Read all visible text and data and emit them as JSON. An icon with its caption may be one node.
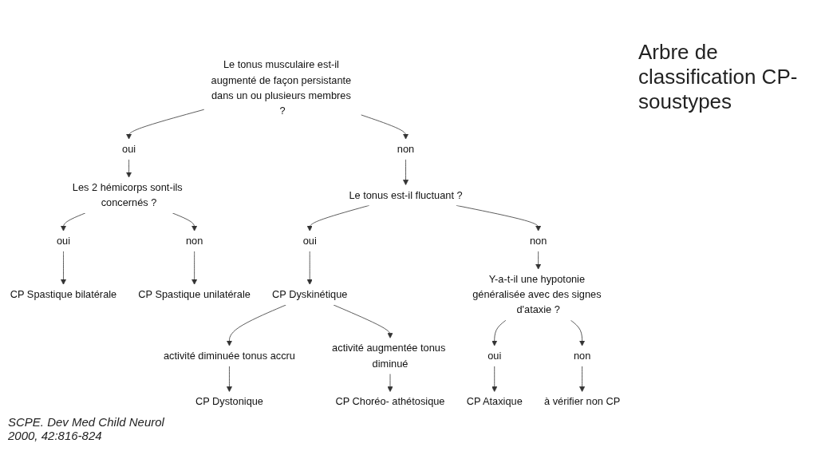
{
  "diagram": {
    "title": "Arbre de classification CP-soustypes",
    "nodes": [
      {
        "text": [
          "Le tonus musculaire est-il augmenté de façon persistante dans un ou plusieurs membres ?"
        ]
      },
      {
        "text": [
          "oui"
        ]
      },
      {
        "text": [
          "non"
        ]
      },
      {
        "text": [
          "Les 2 hémicorps sont-ils concernés ?"
        ]
      },
      {
        "text": [
          "Le tonus est-il fluctuant ?"
        ]
      },
      {
        "text": [
          "oui"
        ]
      },
      {
        "text": [
          "non"
        ]
      },
      {
        "text": [
          "oui"
        ]
      },
      {
        "text": [
          "non"
        ]
      },
      {
        "text": [
          "CP Spastique bilatérale"
        ]
      },
      {
        "text": [
          "CP Spastique unilatérale"
        ]
      },
      {
        "text": [
          "CP Dyskinétique"
        ]
      },
      {
        "text": [
          "Y-a-t-il une hypotonie généralisée avec des signes d'ataxie ?"
        ]
      },
      {
        "text": [
          "activité diminuée tonus accru"
        ]
      },
      {
        "text": [
          "activité augmentée tonus diminué"
        ]
      },
      {
        "text": [
          "oui"
        ]
      },
      {
        "text": [
          "non"
        ]
      },
      {
        "text": [
          "CP Dystonique"
        ]
      },
      {
        "text": [
          "CP Choréo- athétosique"
        ]
      },
      {
        "text": [
          "CP Ataxique"
        ]
      },
      {
        "text": [
          "à vérifier non CP"
        ]
      }
    ],
    "edges": [
      {
        "from": 0,
        "to": 1,
        "arrow": "to"
      },
      {
        "from": 0,
        "to": 2,
        "arrow": "to"
      },
      {
        "from": 1,
        "to": 3,
        "arrow": "to"
      },
      {
        "from": 2,
        "to": 4,
        "arrow": "to"
      },
      {
        "from": 3,
        "to": 5,
        "arrow": "to"
      },
      {
        "from": 3,
        "to": 6,
        "arrow": "to"
      },
      {
        "from": 4,
        "to": 7,
        "arrow": "to"
      },
      {
        "from": 4,
        "to": 8,
        "arrow": "to"
      },
      {
        "from": 5,
        "to": 9,
        "arrow": "to"
      },
      {
        "from": 6,
        "to": 10,
        "arrow": "to"
      },
      {
        "from": 7,
        "to": 11,
        "arrow": "to"
      },
      {
        "from": 8,
        "to": 12,
        "arrow": "to"
      },
      {
        "from": 11,
        "to": 13,
        "arrow": "to"
      },
      {
        "from": 11,
        "to": 14,
        "arrow": "to"
      },
      {
        "from": 12,
        "to": 15,
        "arrow": "to"
      },
      {
        "from": 12,
        "to": 16,
        "arrow": "to"
      },
      {
        "from": 13,
        "to": 17,
        "arrow": "to"
      },
      {
        "from": 14,
        "to": 18,
        "arrow": "to"
      },
      {
        "from": 15,
        "to": 19,
        "arrow": "to"
      },
      {
        "from": 16,
        "to": 20,
        "arrow": "to"
      }
    ],
    "labels": [
      "SCPE. Dev Med Child Neurol 2000, 42:816-824"
    ]
  }
}
